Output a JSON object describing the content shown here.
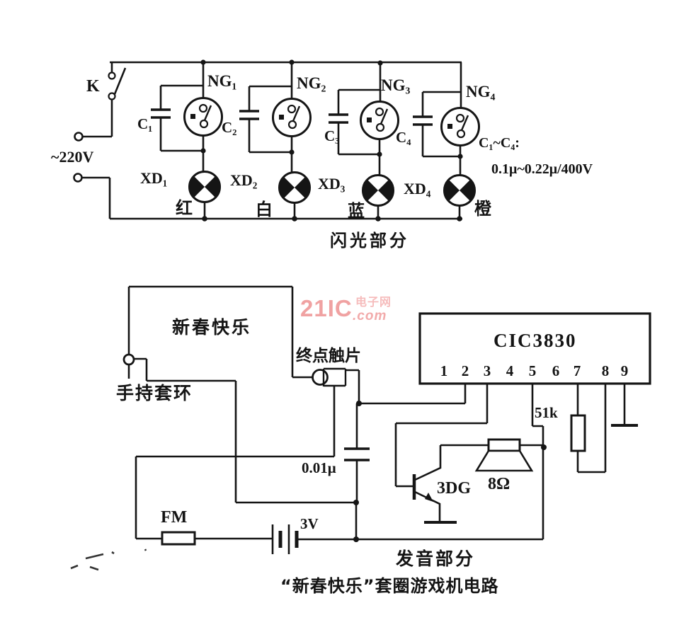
{
  "caption": "“新春快乐”套圈游戏机电路",
  "watermark": {
    "brand": "21IC",
    "site_name": "电子网",
    "domain": ".com"
  },
  "colors": {
    "ink": "#151515",
    "background": "#ffffff",
    "watermark_pink": "#f0a2a2"
  },
  "flash_section": {
    "label": "闪光部分",
    "switch_label": "K",
    "mains_label": "~220V",
    "neon_tubes": [
      "NG₁",
      "NG₂",
      "NG₃",
      "NG₄"
    ],
    "capacitors": [
      "C₁",
      "C₂",
      "C₃",
      "C₄"
    ],
    "lamps": [
      "XD₁",
      "XD₂",
      "XD₃",
      "XD₄"
    ],
    "lamp_colors": [
      "红",
      "白",
      "蓝",
      "橙"
    ],
    "cap_note_line1": "C₁~C₄:",
    "cap_note_line2": "0.1μ~0.22μ/400V"
  },
  "sound_section": {
    "label": "发音部分",
    "track_label": "新春快乐",
    "contact_label": "终点触片",
    "ring_label": "手持套环",
    "ic_label": "CIC3830",
    "ic_pins": [
      "1",
      "2",
      "3",
      "4",
      "5",
      "6",
      "7",
      "8",
      "9"
    ],
    "resistor_value": "51k",
    "capacitor_value": "0.01μ",
    "fuse_label": "FM",
    "battery_label": "3V",
    "transistor_label": "3DG",
    "speaker_label": "8Ω"
  }
}
